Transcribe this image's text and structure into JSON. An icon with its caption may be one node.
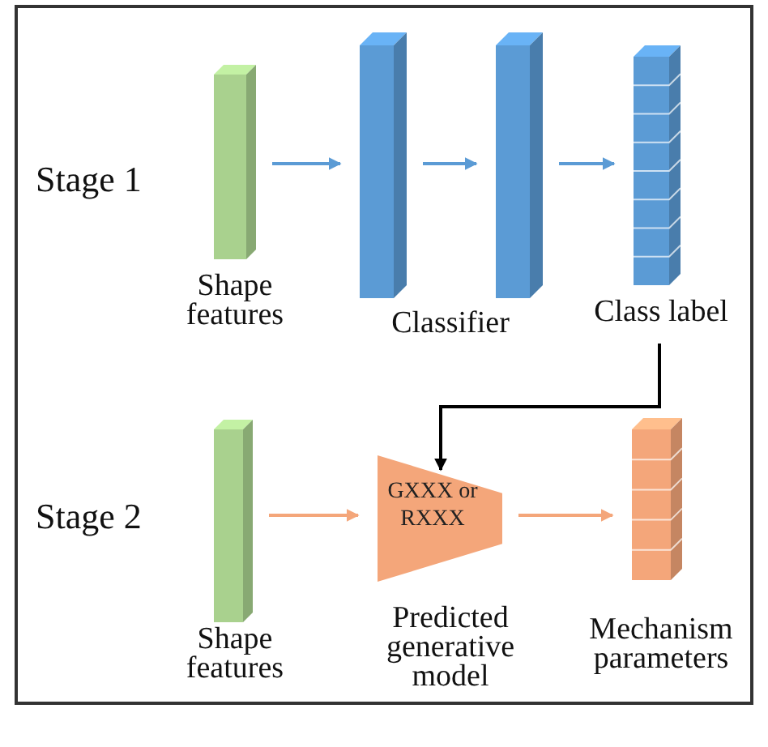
{
  "diagram": {
    "nodes": [
      {
        "text": [],
        "shape": "bar",
        "beside": [
          "Shape features"
        ]
      },
      {
        "text": [],
        "shape": "bar"
      },
      {
        "text": [],
        "shape": "bar"
      },
      {
        "text": [],
        "shape": "bar",
        "beside": [
          "Class label"
        ]
      },
      {
        "text": [],
        "shape": "bar",
        "beside": [
          "Shape features"
        ]
      },
      {
        "text": [
          "GXXX or RXXX"
        ],
        "beside": [
          "Predicted generative model"
        ]
      },
      {
        "text": [],
        "shape": "bar",
        "beside": [
          "Mechanism parameters"
        ]
      }
    ],
    "edges": [
      {
        "from": 0,
        "to": 1,
        "arrow": "to"
      },
      {
        "from": 1,
        "to": 2,
        "arrow": "to"
      },
      {
        "from": 2,
        "to": 3,
        "arrow": "to"
      },
      {
        "from": 3,
        "to": 5,
        "arrow": "to",
        "color": "#000000"
      },
      {
        "from": 4,
        "to": 5,
        "arrow": "to",
        "color": "#f4a67a"
      },
      {
        "from": 5,
        "to": 6,
        "arrow": "to",
        "color": "#f4a67a"
      }
    ],
    "labels": [
      "Stage 1",
      "Classifier",
      "Stage 2"
    ]
  }
}
